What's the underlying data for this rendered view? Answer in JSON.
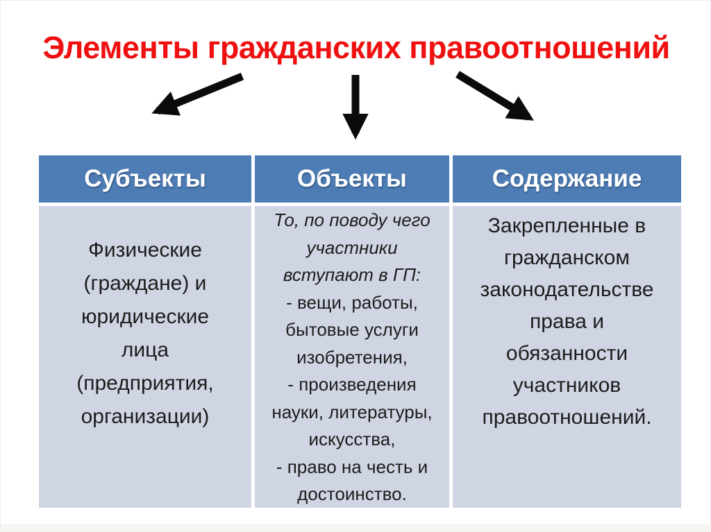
{
  "slide": {
    "title": "Элементы гражданских правоотношений",
    "colors": {
      "title_red": "#ef1010",
      "header_bg": "#4e7db5",
      "cell_bg": "#cfd5e3",
      "arrow_black": "#0b0b0b",
      "body_text": "#1c1c1c"
    },
    "arrows": [
      "arrow-down-left",
      "arrow-down",
      "arrow-down-right"
    ],
    "table": {
      "columns": [
        {
          "header": "Субъекты",
          "lines": [
            "Физические",
            "(граждане) и",
            "юридические",
            "лица",
            "(предприятия,",
            "организации)"
          ]
        },
        {
          "header": "Объекты",
          "intro_lines": [
            "То, по поводу чего",
            "участники",
            "вступают в ГП:"
          ],
          "item_lines": [
            "- вещи, работы,",
            "бытовые услуги",
            "изобретения,",
            "- произведения",
            "науки, литературы,",
            "искусства,",
            "- право на честь и",
            "достоинство."
          ]
        },
        {
          "header": "Содержание",
          "lines": [
            "Закрепленные в",
            "гражданском",
            "законодательстве",
            "права и",
            "обязанности",
            "участников",
            "правоотношений."
          ]
        }
      ]
    }
  }
}
